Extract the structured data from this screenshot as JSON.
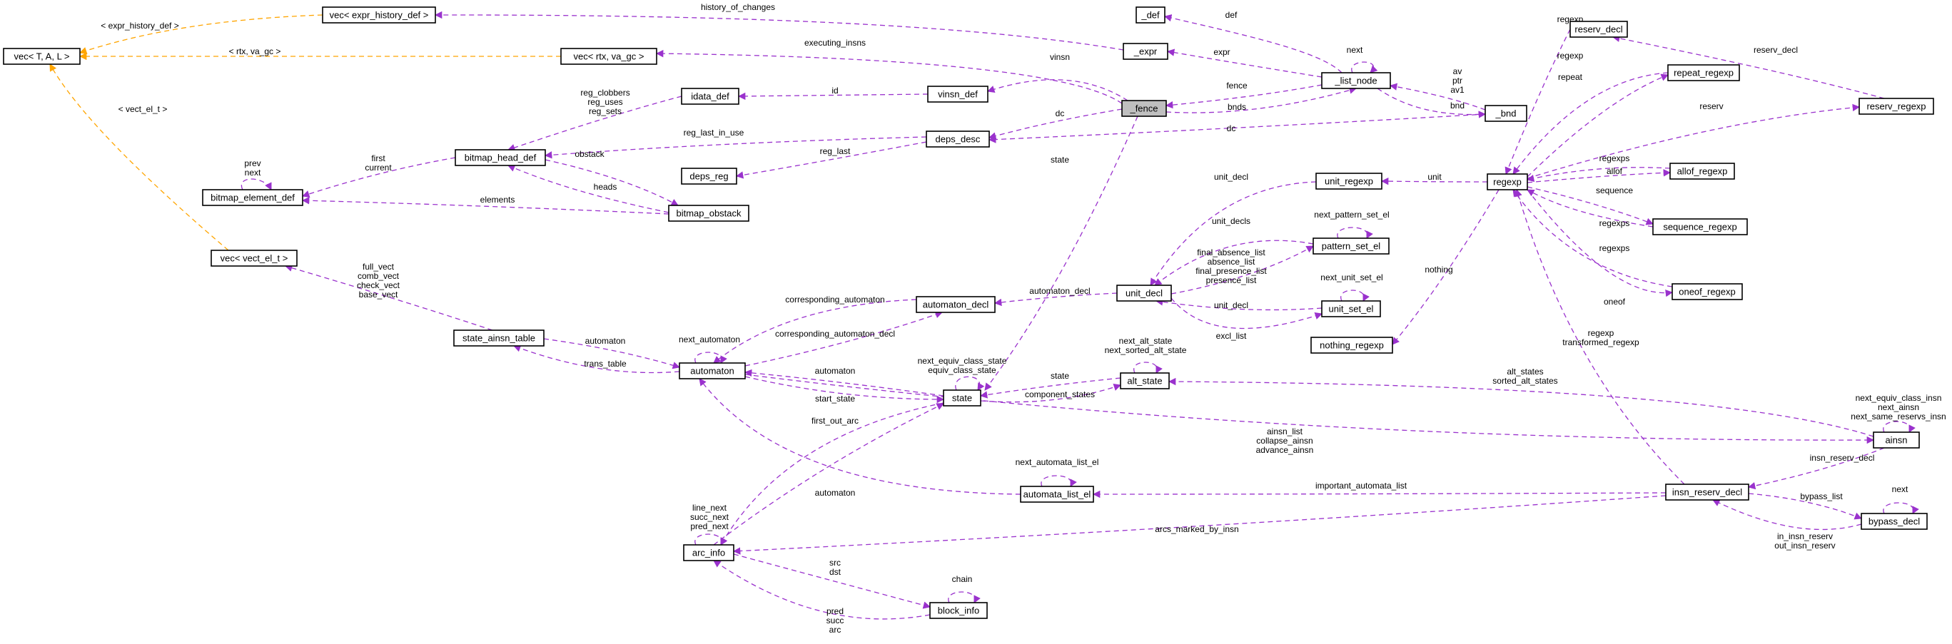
{
  "nodes": [
    {
      "id": "vec_tal",
      "label": "vec< T, A, L >"
    },
    {
      "id": "vec_expr_history",
      "label": "vec< expr_history_def >"
    },
    {
      "id": "vec_rtx",
      "label": "vec< rtx, va_gc >"
    },
    {
      "id": "vec_vect_el",
      "label": "vec< vect_el_t >"
    },
    {
      "id": "def",
      "label": "_def"
    },
    {
      "id": "expr",
      "label": "_expr"
    },
    {
      "id": "fence",
      "label": "_fence",
      "focus": true
    },
    {
      "id": "list_node",
      "label": "_list_node"
    },
    {
      "id": "bnd",
      "label": "_bnd"
    },
    {
      "id": "vinsn_def",
      "label": "vinsn_def"
    },
    {
      "id": "idata_def",
      "label": "idata_def"
    },
    {
      "id": "deps_desc",
      "label": "deps_desc"
    },
    {
      "id": "deps_reg",
      "label": "deps_reg"
    },
    {
      "id": "bitmap_head_def",
      "label": "bitmap_head_def"
    },
    {
      "id": "bitmap_element_def",
      "label": "bitmap_element_def"
    },
    {
      "id": "bitmap_obstack",
      "label": "bitmap_obstack"
    },
    {
      "id": "state_ainsn_table",
      "label": "state_ainsn_table"
    },
    {
      "id": "automaton",
      "label": "automaton"
    },
    {
      "id": "automaton_decl",
      "label": "automaton_decl"
    },
    {
      "id": "state",
      "label": "state"
    },
    {
      "id": "alt_state",
      "label": "alt_state"
    },
    {
      "id": "unit_decl",
      "label": "unit_decl"
    },
    {
      "id": "unit_regexp",
      "label": "unit_regexp"
    },
    {
      "id": "pattern_set_el",
      "label": "pattern_set_el"
    },
    {
      "id": "unit_set_el",
      "label": "unit_set_el"
    },
    {
      "id": "nothing_regexp",
      "label": "nothing_regexp"
    },
    {
      "id": "regexp",
      "label": "regexp"
    },
    {
      "id": "reserv_decl",
      "label": "reserv_decl"
    },
    {
      "id": "repeat_regexp",
      "label": "repeat_regexp"
    },
    {
      "id": "reserv_regexp",
      "label": "reserv_regexp"
    },
    {
      "id": "allof_regexp",
      "label": "allof_regexp"
    },
    {
      "id": "sequence_regexp",
      "label": "sequence_regexp"
    },
    {
      "id": "oneof_regexp",
      "label": "oneof_regexp"
    },
    {
      "id": "ainsn",
      "label": "ainsn"
    },
    {
      "id": "insn_reserv_decl",
      "label": "insn_reserv_decl"
    },
    {
      "id": "bypass_decl",
      "label": "bypass_decl"
    },
    {
      "id": "automata_list_el",
      "label": "automata_list_el"
    },
    {
      "id": "arc_info",
      "label": "arc_info"
    },
    {
      "id": "block_info",
      "label": "block_info"
    }
  ],
  "edges": [
    {
      "from": "vec_expr_history",
      "to": "vec_tal",
      "label": "< expr_history_def >",
      "kind": "inherit"
    },
    {
      "from": "vec_rtx",
      "to": "vec_tal",
      "label": "< rtx, va_gc >",
      "kind": "inherit"
    },
    {
      "from": "vec_vect_el",
      "to": "vec_tal",
      "label": "< vect_el_t >",
      "kind": "inherit"
    },
    {
      "from": "expr",
      "to": "vec_expr_history",
      "label": "history_of_changes"
    },
    {
      "from": "fence",
      "to": "vec_rtx",
      "label": "executing_insns"
    },
    {
      "from": "list_node",
      "to": "def",
      "label": "def"
    },
    {
      "from": "list_node",
      "to": "expr",
      "label": "expr"
    },
    {
      "from": "list_node",
      "to": "list_node",
      "label": "next"
    },
    {
      "from": "list_node",
      "to": "fence",
      "label": "fence"
    },
    {
      "from": "fence",
      "to": "list_node",
      "label": "bnds"
    },
    {
      "from": "bnd",
      "to": "list_node",
      "label": "av\nptr\nav1"
    },
    {
      "from": "list_node",
      "to": "bnd",
      "label": "bnd"
    },
    {
      "from": "fence",
      "to": "vinsn_def",
      "label": "vinsn"
    },
    {
      "from": "vinsn_def",
      "to": "idata_def",
      "label": "id"
    },
    {
      "from": "fence",
      "to": "deps_desc",
      "label": "dc"
    },
    {
      "from": "bnd",
      "to": "deps_desc",
      "label": "dc"
    },
    {
      "from": "deps_desc",
      "to": "deps_reg",
      "label": "reg_last"
    },
    {
      "from": "deps_desc",
      "to": "bitmap_head_def",
      "label": "reg_last_in_use"
    },
    {
      "from": "idata_def",
      "to": "bitmap_head_def",
      "label": "reg_clobbers\nreg_uses\nreg_sets"
    },
    {
      "from": "bitmap_head_def",
      "to": "bitmap_element_def",
      "label": "first\ncurrent"
    },
    {
      "from": "bitmap_element_def",
      "to": "bitmap_element_def",
      "label": "prev\nnext"
    },
    {
      "from": "bitmap_head_def",
      "to": "bitmap_obstack",
      "label": "obstack"
    },
    {
      "from": "bitmap_obstack",
      "to": "bitmap_head_def",
      "label": "heads"
    },
    {
      "from": "bitmap_obstack",
      "to": "bitmap_element_def",
      "label": "elements"
    },
    {
      "from": "state_ainsn_table",
      "to": "vec_vect_el",
      "label": "full_vect\ncomb_vect\ncheck_vect\nbase_vect"
    },
    {
      "from": "state_ainsn_table",
      "to": "automaton",
      "label": "automaton"
    },
    {
      "from": "automaton",
      "to": "state_ainsn_table",
      "label": "trans_table"
    },
    {
      "from": "automaton",
      "to": "automaton",
      "label": "next_automaton"
    },
    {
      "from": "automaton_decl",
      "to": "automaton",
      "label": "corresponding_automaton"
    },
    {
      "from": "automaton",
      "to": "automaton_decl",
      "label": "corresponding_automaton_decl"
    },
    {
      "from": "fence",
      "to": "state",
      "label": "state"
    },
    {
      "from": "state",
      "to": "automaton",
      "label": "automaton"
    },
    {
      "from": "automaton",
      "to": "state",
      "label": "start_state"
    },
    {
      "from": "state",
      "to": "state",
      "label": "next_equiv_class_state\nequiv_class_state"
    },
    {
      "from": "alt_state",
      "to": "state",
      "label": "state"
    },
    {
      "from": "state",
      "to": "alt_state",
      "label": "component_states"
    },
    {
      "from": "alt_state",
      "to": "alt_state",
      "label": "next_alt_state\nnext_sorted_alt_state"
    },
    {
      "from": "unit_decl",
      "to": "automaton_decl",
      "label": "automaton_decl"
    },
    {
      "from": "unit_regexp",
      "to": "unit_decl",
      "label": "unit_decl"
    },
    {
      "from": "pattern_set_el",
      "to": "unit_decl",
      "label": "unit_decls"
    },
    {
      "from": "pattern_set_el",
      "to": "pattern_set_el",
      "label": "next_pattern_set_el"
    },
    {
      "from": "unit_decl",
      "to": "pattern_set_el",
      "label": "final_absence_list\nabsence_list\nfinal_presence_list\npresence_list"
    },
    {
      "from": "unit_set_el",
      "to": "unit_set_el",
      "label": "next_unit_set_el"
    },
    {
      "from": "unit_set_el",
      "to": "unit_decl",
      "label": "unit_decl"
    },
    {
      "from": "unit_decl",
      "to": "unit_set_el",
      "label": "excl_list"
    },
    {
      "from": "regexp",
      "to": "unit_regexp",
      "label": "unit"
    },
    {
      "from": "regexp",
      "to": "nothing_regexp",
      "label": "nothing"
    },
    {
      "from": "reserv_regexp",
      "to": "reserv_decl",
      "label": "reserv_decl"
    },
    {
      "from": "reserv_decl",
      "to": "regexp",
      "label": "regexp"
    },
    {
      "from": "repeat_regexp",
      "to": "regexp",
      "label": "regexp"
    },
    {
      "from": "regexp",
      "to": "repeat_regexp",
      "label": "repeat"
    },
    {
      "from": "regexp",
      "to": "reserv_regexp",
      "label": "reserv"
    },
    {
      "from": "allof_regexp",
      "to": "regexp",
      "label": "regexps"
    },
    {
      "from": "regexp",
      "to": "allof_regexp",
      "label": "allof"
    },
    {
      "from": "regexp",
      "to": "sequence_regexp",
      "label": "sequence"
    },
    {
      "from": "sequence_regexp",
      "to": "regexp",
      "label": "regexps"
    },
    {
      "from": "oneof_regexp",
      "to": "regexp",
      "label": "regexps"
    },
    {
      "from": "regexp",
      "to": "oneof_regexp",
      "label": "oneof"
    },
    {
      "from": "insn_reserv_decl",
      "to": "regexp",
      "label": "regexp\ntransformed_regexp"
    },
    {
      "from": "ainsn",
      "to": "alt_state",
      "label": "alt_states\nsorted_alt_states"
    },
    {
      "from": "ainsn",
      "to": "ainsn",
      "label": "next_equiv_class_insn\nnext_ainsn\nnext_same_reservs_insn"
    },
    {
      "from": "automaton",
      "to": "ainsn",
      "label": "ainsn_list\ncollapse_ainsn\nadvance_ainsn"
    },
    {
      "from": "ainsn",
      "to": "insn_reserv_decl",
      "label": "insn_reserv_decl"
    },
    {
      "from": "insn_reserv_decl",
      "to": "automata_list_el",
      "label": "important_automata_list"
    },
    {
      "from": "insn_reserv_decl",
      "to": "bypass_decl",
      "label": "bypass_list"
    },
    {
      "from": "bypass_decl",
      "to": "insn_reserv_decl",
      "label": "in_insn_reserv\nout_insn_reserv"
    },
    {
      "from": "bypass_decl",
      "to": "bypass_decl",
      "label": "next"
    },
    {
      "from": "automata_list_el",
      "to": "automata_list_el",
      "label": "next_automata_list_el"
    },
    {
      "from": "automata_list_el",
      "to": "automaton",
      "label": "automaton"
    },
    {
      "from": "state",
      "to": "arc_info",
      "label": "first_out_arc"
    },
    {
      "from": "arc_info",
      "to": "state",
      "label": ""
    },
    {
      "from": "insn_reserv_decl",
      "to": "arc_info",
      "label": "arcs_marked_by_insn"
    },
    {
      "from": "arc_info",
      "to": "arc_info",
      "label": "line_next\nsucc_next\npred_next"
    },
    {
      "from": "arc_info",
      "to": "block_info",
      "label": "src\ndst"
    },
    {
      "from": "block_info",
      "to": "arc_info",
      "label": "pred\nsucc\narc"
    },
    {
      "from": "block_info",
      "to": "block_info",
      "label": "chain"
    }
  ]
}
